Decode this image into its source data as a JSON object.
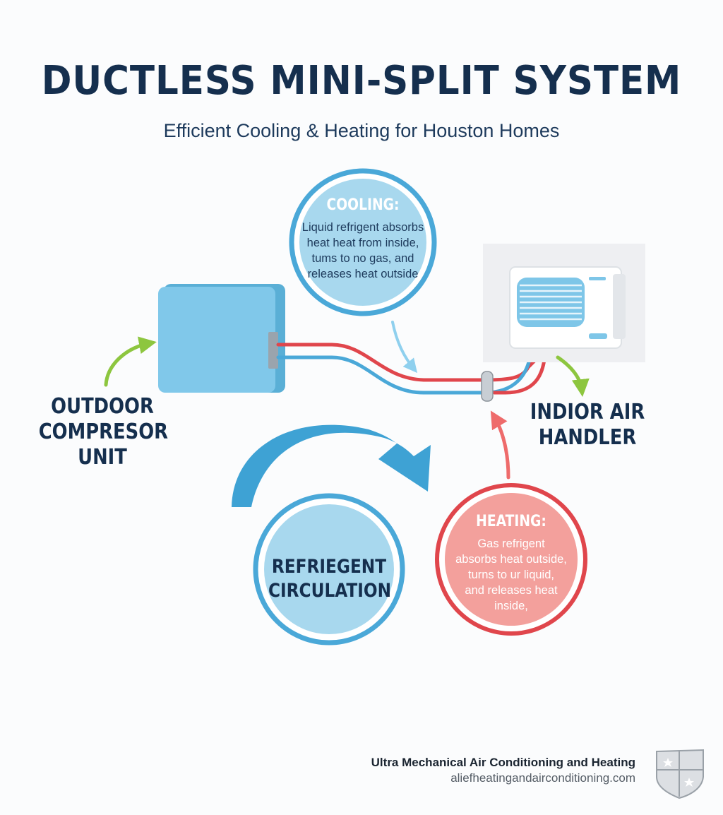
{
  "title": "DUCTLESS MINI-SPLIT SYSTEM",
  "subtitle": "Efficient Cooling & Heating for Houston Homes",
  "labels": {
    "outdoor": [
      "OUTDOOR",
      "COMPRESOR",
      "UNIT"
    ],
    "indoor": [
      "INDIOR AIR",
      "HANDLER"
    ],
    "circulation": [
      "REFRIEGENT",
      "CIRCULATION"
    ]
  },
  "cooling": {
    "title": "COOLING:",
    "lines": [
      "Liquid refrigent absorbs",
      "heat heat from inside,",
      "tums to no gas, and",
      "releases heat outside"
    ]
  },
  "heating": {
    "title": "HEATING:",
    "lines": [
      "Gas refrigent",
      "absorbs heat outside,",
      "turns to ur liquid,",
      "and releases heat",
      "inside,"
    ]
  },
  "footer": {
    "company": "Ultra Mechanical Air Conditioning and Heating",
    "url": "aliefheatingandairconditioning.com"
  },
  "colors": {
    "navy": "#152f4e",
    "cool_blue": "#4aa8d8",
    "cool_fill": "#a8d8ee",
    "heat_red": "#e0464c",
    "heat_fill": "#f3a09c",
    "green_arrow": "#8dc63f",
    "unit_blue": "#7ec6e8"
  },
  "icons": [
    "outdoor-unit-icon",
    "indoor-unit-icon",
    "circulation-arrow-icon",
    "shield-logo-icon"
  ]
}
